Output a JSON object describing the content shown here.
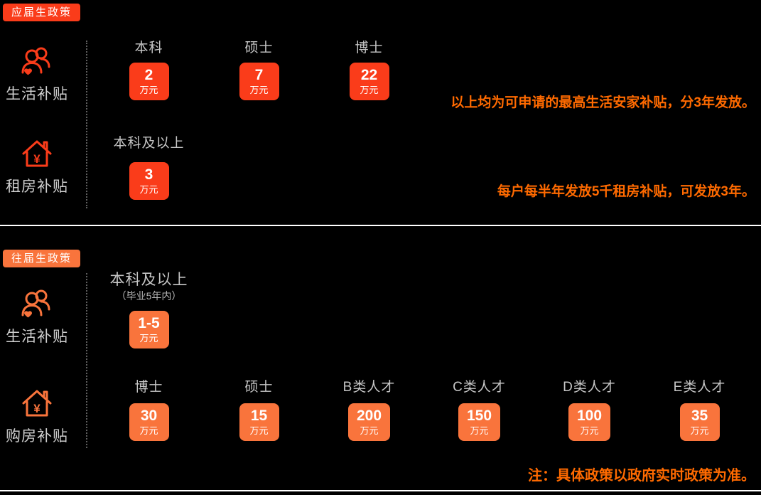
{
  "theme": {
    "bg": "#000000",
    "badge_red": "#fa3c1a",
    "badge_orange": "#f9743c",
    "accent_orange": "#ff6a00",
    "header_gray": "#c6c6c6",
    "label_gray": "#cfcfcf",
    "divider_white": "#ffffff",
    "dotted_gray": "#5f5f5f"
  },
  "sections": [
    {
      "tag": "应届生政策",
      "rows": [
        {
          "icon": "people-heart-icon",
          "label": "生活补贴",
          "items": [
            {
              "header": "本科",
              "value": "2",
              "unit": "万元"
            },
            {
              "header": "硕士",
              "value": "7",
              "unit": "万元"
            },
            {
              "header": "博士",
              "value": "22",
              "unit": "万元"
            }
          ],
          "note": "以上均为可申请的最高生活安家补贴，分3年发放。"
        },
        {
          "icon": "house-yen-icon",
          "label": "租房补贴",
          "items": [
            {
              "header": "本科及以上",
              "value": "3",
              "unit": "万元"
            }
          ],
          "note": "每户每半年发放5千租房补贴，可发放3年。"
        }
      ]
    },
    {
      "tag": "往届生政策",
      "rows": [
        {
          "icon": "people-heart-icon",
          "label": "生活补贴",
          "items": [
            {
              "header": "本科及以上",
              "subheader": "（毕业5年内）",
              "value": "1-5",
              "unit": "万元"
            }
          ]
        },
        {
          "icon": "house-yen-icon",
          "label": "购房补贴",
          "items": [
            {
              "header": "博士",
              "value": "30",
              "unit": "万元"
            },
            {
              "header": "硕士",
              "value": "15",
              "unit": "万元"
            },
            {
              "header": "B类人才",
              "value": "200",
              "unit": "万元"
            },
            {
              "header": "C类人才",
              "value": "150",
              "unit": "万元"
            },
            {
              "header": "D类人才",
              "value": "100",
              "unit": "万元"
            },
            {
              "header": "E类人才",
              "value": "35",
              "unit": "万元"
            }
          ]
        }
      ]
    }
  ],
  "footer_note": "注：具体政策以政府实时政策为准。"
}
